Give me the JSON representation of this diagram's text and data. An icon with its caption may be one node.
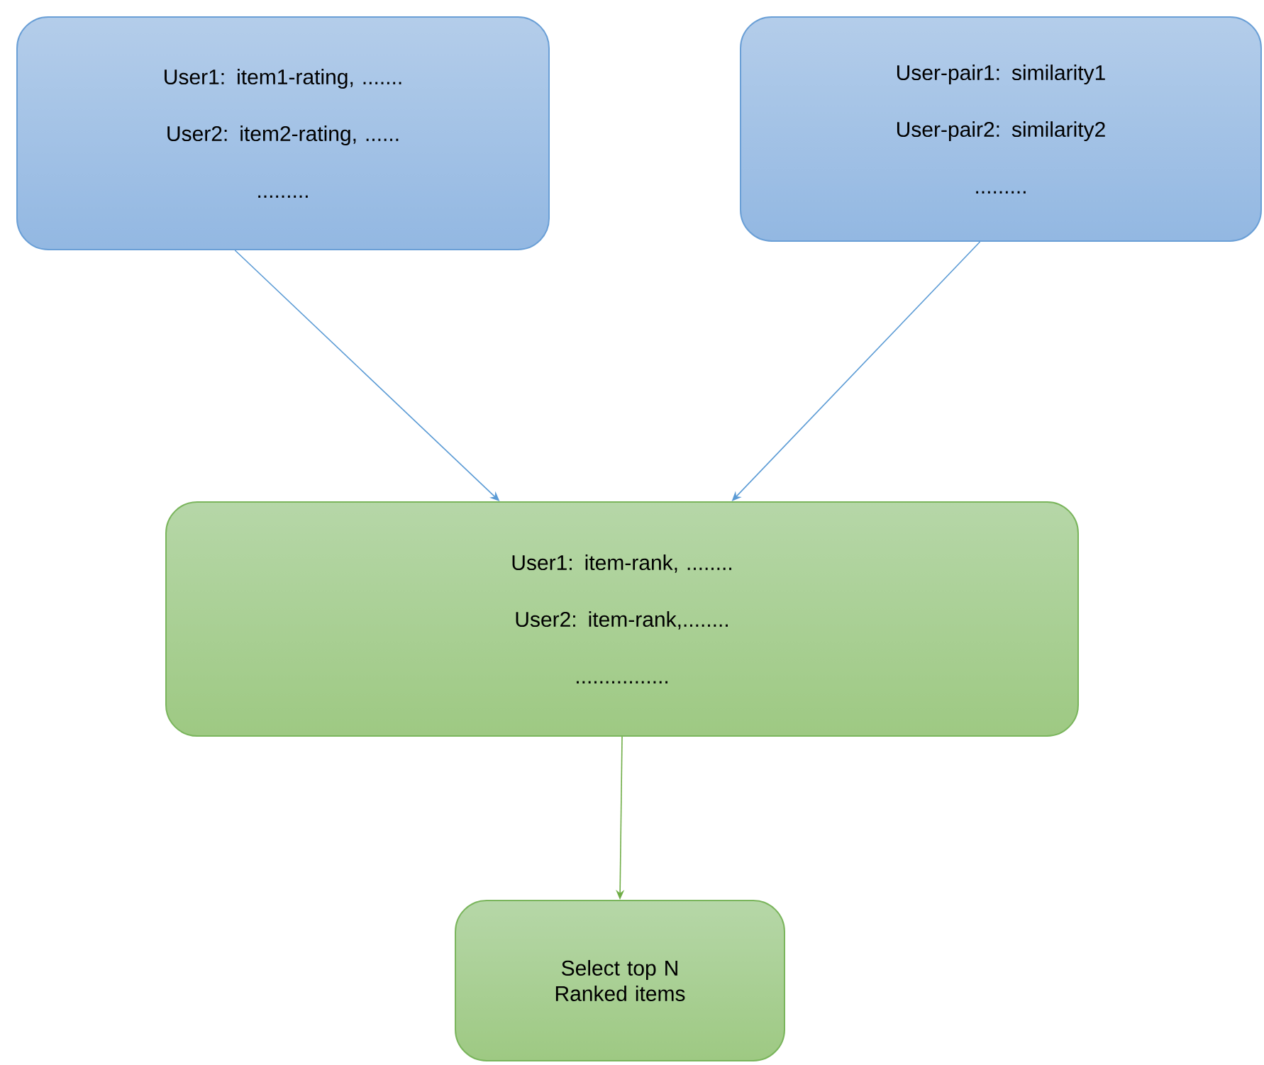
{
  "diagram": {
    "nodes": [
      {
        "text": [
          "User1: item1-rating, .......",
          "User2: item2-rating, ......",
          "........."
        ]
      },
      {
        "text": [
          "User-pair1: similarity1",
          "User-pair2: similarity2",
          "........."
        ]
      },
      {
        "text": [
          "User1: item-rank, ........",
          "User2: item-rank,........",
          "................"
        ]
      },
      {
        "text": [
          "Select top N Ranked items"
        ]
      }
    ],
    "edges": [
      {
        "from": 0,
        "to": 2,
        "arrow": "to"
      },
      {
        "from": 1,
        "to": 2,
        "arrow": "to"
      },
      {
        "from": 2,
        "to": 3,
        "arrow": "to",
        "color": "#70ad47"
      }
    ]
  }
}
